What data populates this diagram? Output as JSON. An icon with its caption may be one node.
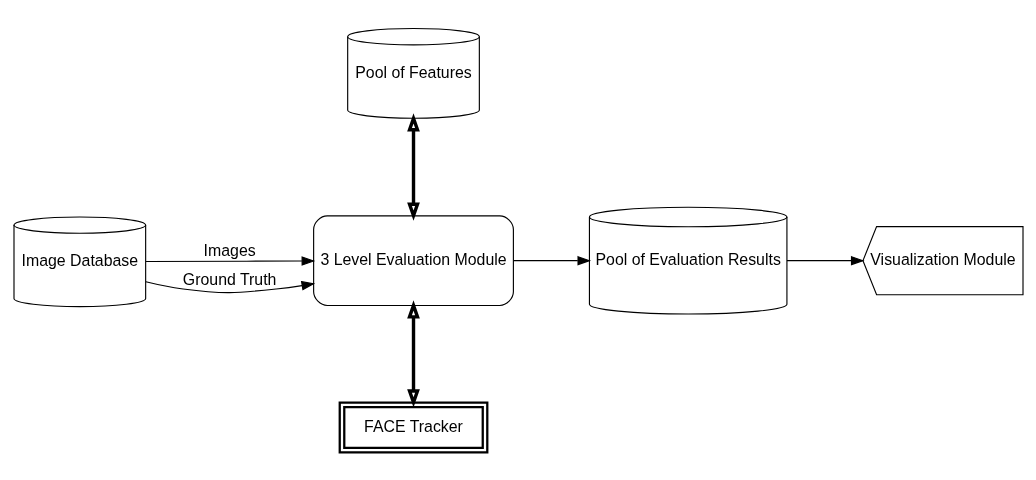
{
  "diagram": {
    "nodes": [
      {
        "text": [
          "Pool of Features"
        ]
      },
      {
        "text": [
          "Image Database"
        ]
      },
      {
        "text": [
          "3 Level Evaluation Module"
        ]
      },
      {
        "text": [
          "Pool of Evaluation Results"
        ]
      },
      {
        "text": [
          "Visualization Module"
        ]
      },
      {
        "text": [
          "FACE Tracker"
        ]
      }
    ],
    "edges": [
      {
        "from": 1,
        "to": 2,
        "arrow": "to",
        "label": "Images"
      },
      {
        "from": 1,
        "to": 2,
        "arrow": "to",
        "label": "Ground Truth"
      },
      {
        "from": 0,
        "to": 2,
        "arrow": "both",
        "style": "thick"
      },
      {
        "from": 2,
        "to": 3,
        "arrow": "to"
      },
      {
        "from": 3,
        "to": 4,
        "arrow": "to"
      },
      {
        "from": 2,
        "to": 5,
        "arrow": "both",
        "style": "thick"
      }
    ]
  }
}
